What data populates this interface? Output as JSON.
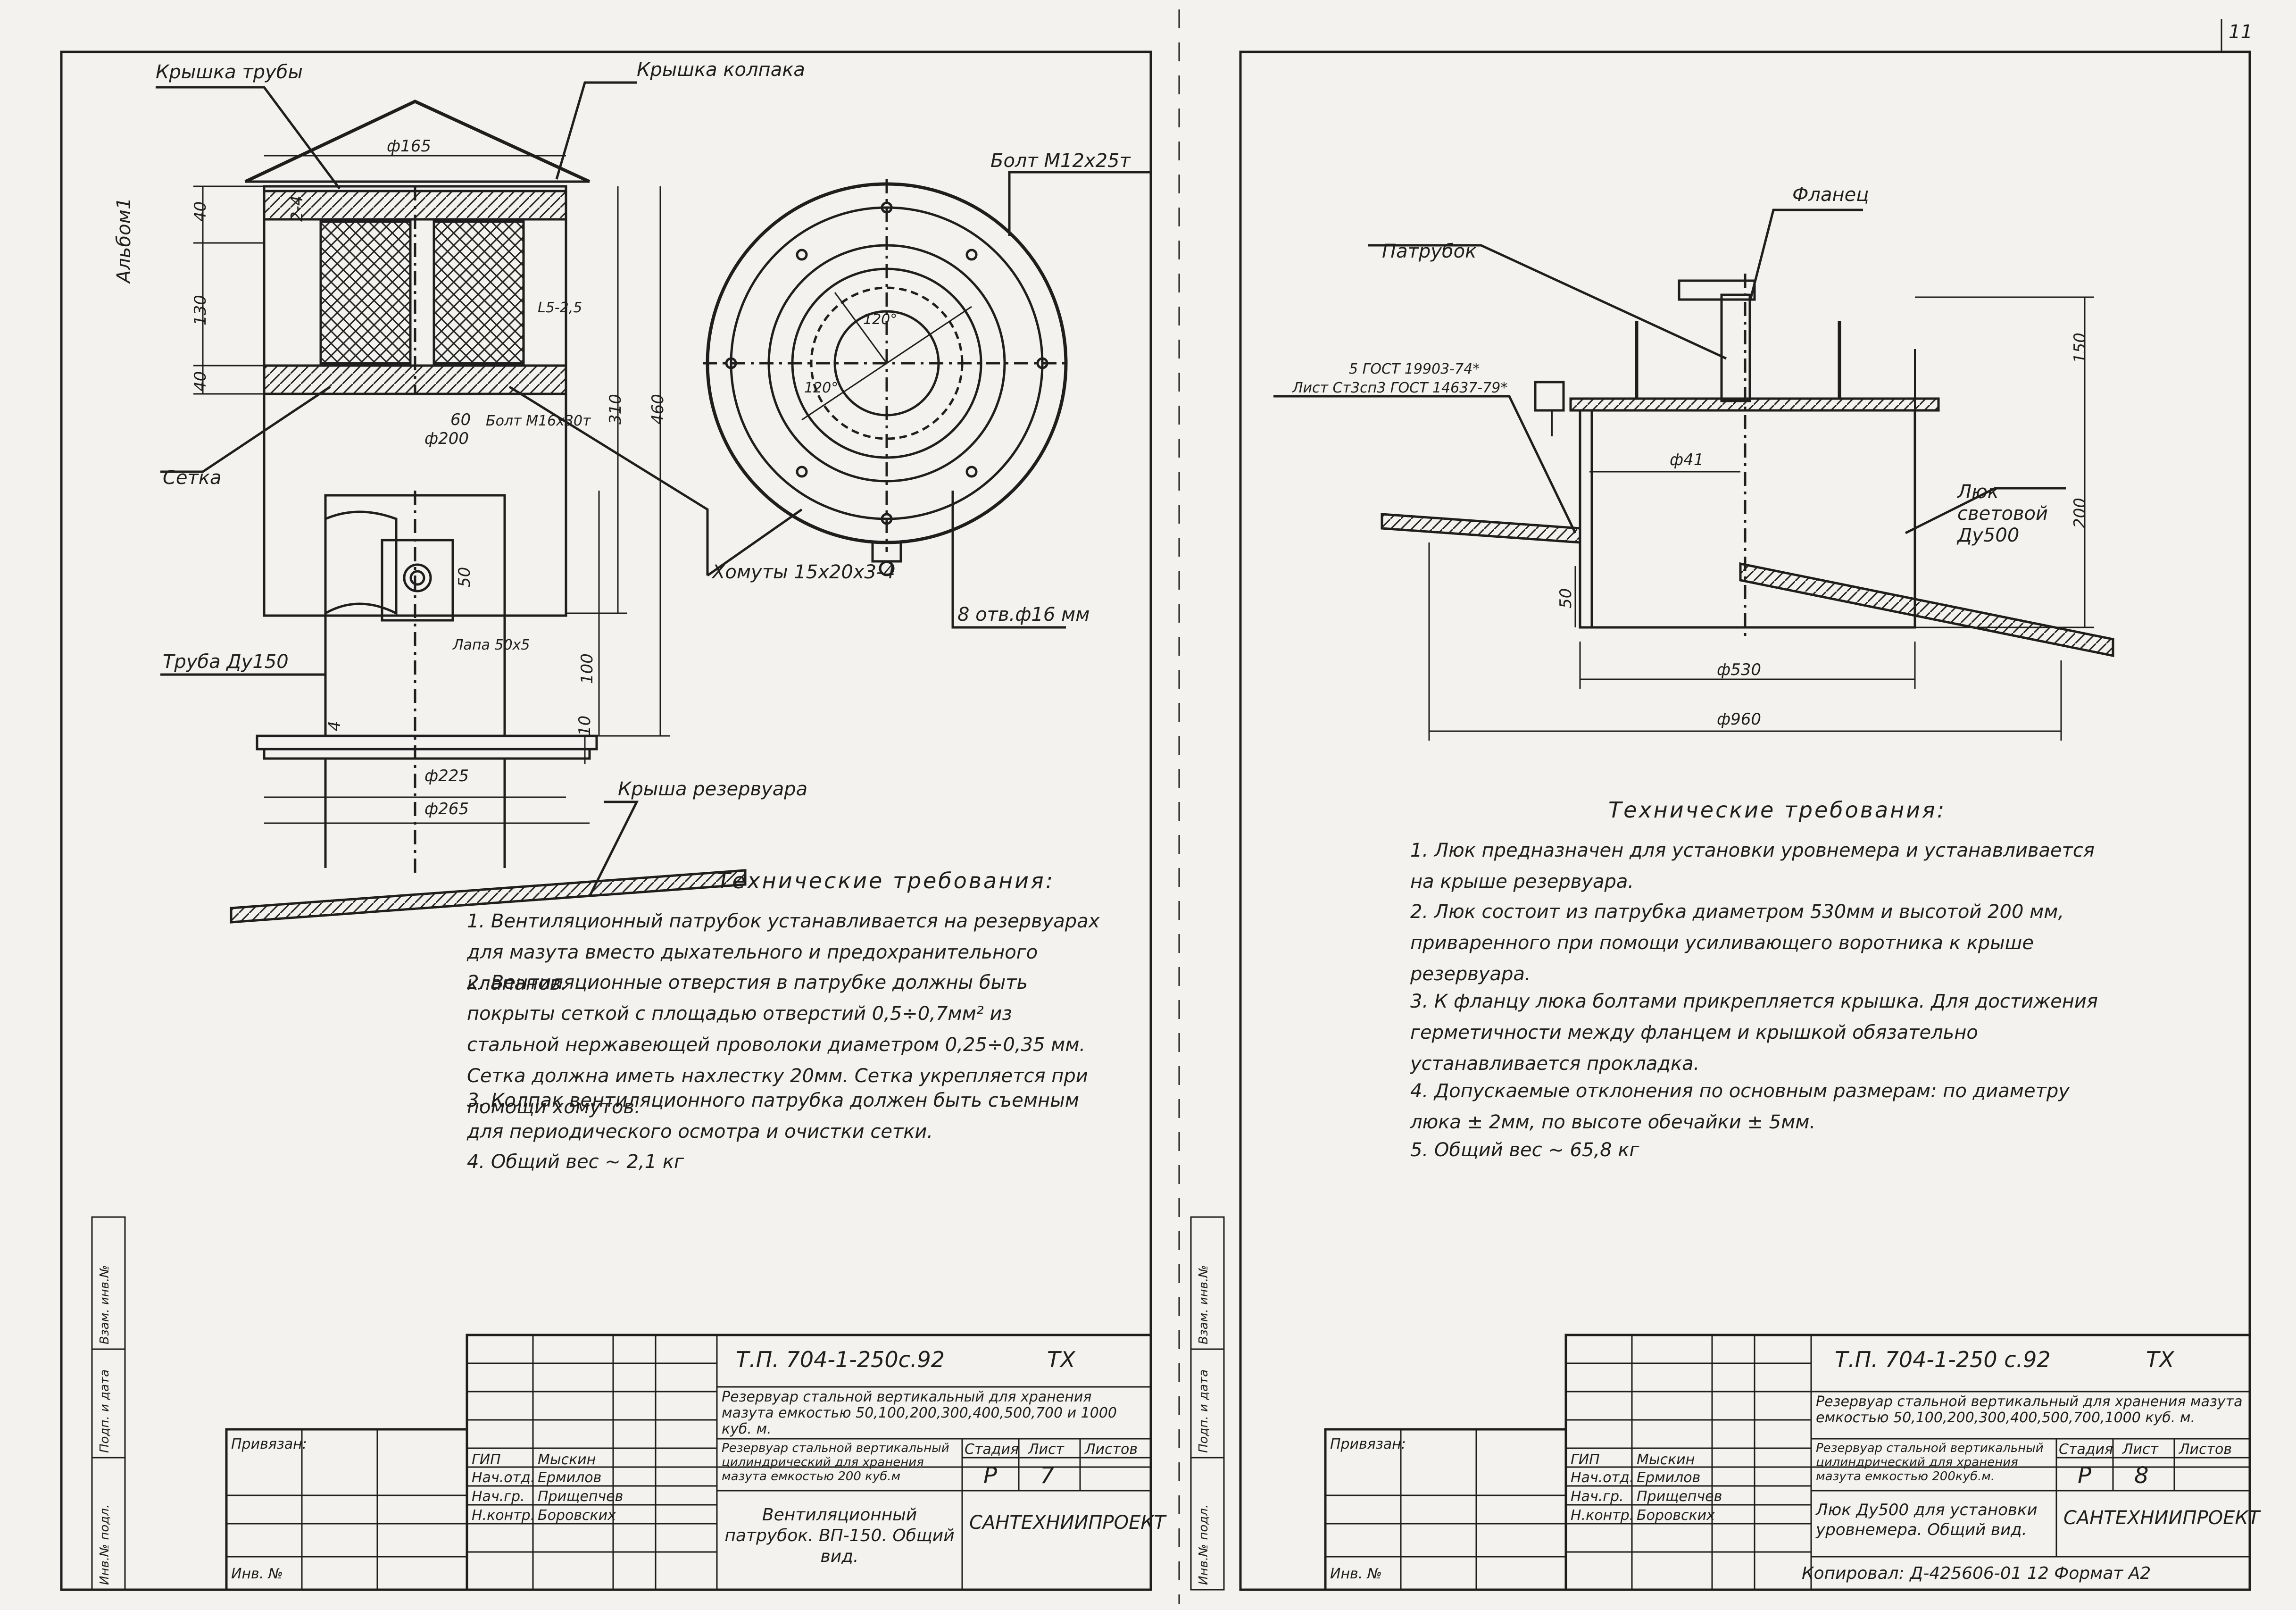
{
  "sheet": {
    "page_number": "11",
    "album": "Альбом1",
    "copy_note": "Копировал: Д-425606-01  12 Формат А2"
  },
  "left": {
    "callouts": {
      "pipe_cap": "Крышка трубы",
      "hood_cap": "Крышка колпака",
      "mesh": "Сетка",
      "pipe": "Труба Ду150",
      "tank_roof": "Крыша резервуара",
      "bolt_m12": "Болт М12х25т",
      "clamps": "Хомуты 15х20х3-4",
      "holes": "8 отв.ф16 мм",
      "bolt_m16": "Болт М16х30т",
      "flap": "Лапа 50х5"
    },
    "dims": {
      "d165": "ф165",
      "d200": "ф200",
      "d225": "ф225",
      "d265": "ф265",
      "v40a": "40",
      "v130": "130",
      "v40b": "40",
      "v24": "2-4",
      "v310": "310",
      "v460": "460",
      "v100": "100",
      "v10": "10",
      "v4": "4",
      "v50": "50",
      "v60": "60",
      "angle": "L5-2,5",
      "a120a": "120°",
      "a120b": "120°"
    },
    "requirements_title": "Технические требования:",
    "requirements": [
      "1. Вентиляционный патрубок устанавливается на резервуарах для мазута вместо дыхательного и предохранительного клапанов.",
      "2. Вентиляционные отверстия в патрубке должны быть покрыты сеткой с площадью отверстий 0,5÷0,7мм² из стальной нержавеющей проволоки диаметром 0,25÷0,35 мм. Сетка должна иметь нахлестку 20мм. Сетка укрепляется при помощи хомутов.",
      "3. Колпак вентиляционного патрубка должен быть съемным для периодического осмотра и очистки сетки.",
      "4. Общий вес ~ 2,1 кг"
    ],
    "title_block": {
      "code": "Т.П.  704-1-250с.92",
      "mark": "ТХ",
      "project": "Резервуар стальной вертикальный для хранения мазута емкостью 50,100,200,300,400,500,700 и 1000 куб. м.",
      "sub": "Резервуар стальной вертикальный цилиндрический для хранения мазута емкостью 200 куб.м",
      "stage_h": "Стадия",
      "sheet_h": "Лист",
      "sheets_h": "Листов",
      "stage": "Р",
      "sheet": "7",
      "name": "Вентиляционный патрубок. ВП-150. Общий вид.",
      "org": "САНТЕХНИИПРОЕКТ",
      "roles": [
        "ГИП",
        "Нач.отд.",
        "Нач.гр.",
        "Н.контр."
      ],
      "names": [
        "Мыскин",
        "Ермилов",
        "Прищепчев",
        "Боровских"
      ],
      "linked": "Привязан:",
      "inv": "Инв. №",
      "side": [
        "Инв.№ подл.",
        "Подп. и дата",
        "Взам. инв.№"
      ]
    }
  },
  "right": {
    "callouts": {
      "flange": "Фланец",
      "nozzle": "Патрубок",
      "gost1": "5 ГОСТ 19903-74*",
      "gost2": "Лист Ст3сп3 ГОСТ 14637-79*",
      "hatch": "Люк световой Ду500"
    },
    "dims": {
      "v150": "150",
      "v200": "200",
      "v50": "50",
      "d41": "ф41",
      "d530": "ф530",
      "d960": "ф960"
    },
    "requirements_title": "Технические требования:",
    "requirements": [
      "1. Люк предназначен для установки уровнемера и устанавливается на крыше резервуара.",
      "2. Люк состоит из патрубка диаметром 530мм и высотой 200 мм, приваренного при помощи усиливающего воротника к крыше резервуара.",
      "3. К фланцу люка болтами прикрепляется крышка. Для достижения герметичности между фланцем и крышкой обязательно устанавливается прокладка.",
      "4. Допускаемые отклонения по основным размерам: по диаметру люка ± 2мм, по высоте обечайки ± 5мм.",
      "5. Общий вес ~ 65,8 кг"
    ],
    "title_block": {
      "code": "Т.П. 704-1-250 с.92",
      "mark": "ТХ",
      "project": "Резервуар стальной вертикальный для хранения мазута емкостью 50,100,200,300,400,500,700,1000 куб. м.",
      "sub": "Резервуар стальной вертикальный цилиндрический для хранения мазута емкостью 200куб.м.",
      "stage_h": "Стадия",
      "sheet_h": "Лист",
      "sheets_h": "Листов",
      "stage": "Р",
      "sheet": "8",
      "name": "Люк Ду500 для установки уровнемера. Общий вид.",
      "org": "САНТЕХНИИПРОЕКТ",
      "roles": [
        "ГИП",
        "Нач.отд.",
        "Нач.гр.",
        "Н.контр."
      ],
      "names": [
        "Мыскин",
        "Ермилов",
        "Прищепчев",
        "Боровских"
      ],
      "linked": "Привязан:",
      "inv": "Инв. №",
      "side": [
        "Инв.№ подл.",
        "Подп. и дата",
        "Взам. инв.№"
      ]
    }
  }
}
